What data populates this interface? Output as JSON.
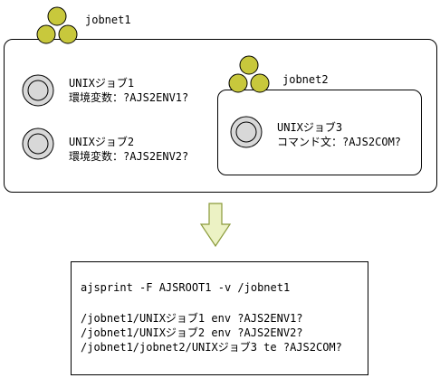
{
  "colors": {
    "jobnet_circle_fill": "#c8c83c",
    "job_icon_fill": "#d8d8d8",
    "arrow_fill": "#ecf2c4",
    "arrow_stroke": "#8a9a3a",
    "stroke": "#000000"
  },
  "icons": {
    "jobnet": "three-circle-jobnet-icon",
    "job": "double-circle-job-icon",
    "arrow": "down-arrow-icon"
  },
  "jobnet1": {
    "name": "jobnet1",
    "jobs": [
      {
        "name": "UNIXジョブ1",
        "detail": "環境変数：?AJS2ENV1?"
      },
      {
        "name": "UNIXジョブ2",
        "detail": "環境変数：?AJS2ENV2?"
      }
    ]
  },
  "jobnet2": {
    "name": "jobnet2",
    "jobs": [
      {
        "name": "UNIXジョブ3",
        "detail": "コマンド文：?AJS2COM?"
      }
    ]
  },
  "command_output": {
    "command": "ajsprint -F AJSROOT1 -v /jobnet1",
    "lines": [
      "/jobnet1/UNIXジョブ1 env ?AJS2ENV1?",
      "/jobnet1/UNIXジョブ2 env ?AJS2ENV2?",
      "/jobnet1/jobnet2/UNIXジョブ3 te ?AJS2COM?"
    ]
  }
}
